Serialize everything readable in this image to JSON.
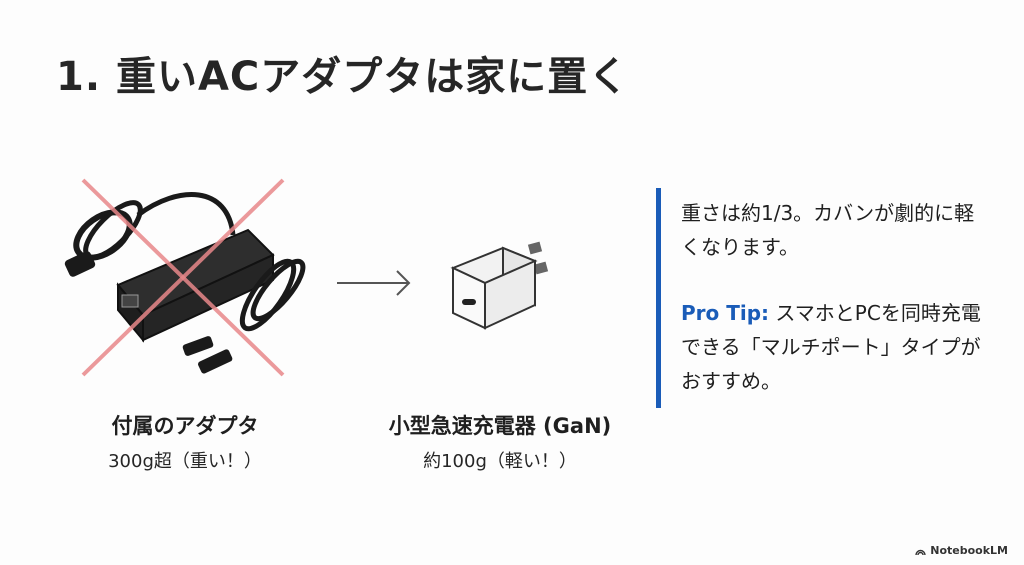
{
  "slide": {
    "title": "1. 重いACアダプタは家に置く",
    "old_item": {
      "title": "付属のアダプタ",
      "subtitle": "300g超（重い！）",
      "icon": "laptop-ac-adapter-crossed-out"
    },
    "new_item": {
      "title": "小型急速充電器 (GaN)",
      "subtitle": "約100g（軽い！）",
      "icon": "compact-usb-c-charger"
    },
    "arrow_icon": "right-arrow",
    "callout": {
      "line1": "重さは約1/3。カバンが劇的に軽くなります。",
      "pro_tip_label": "Pro Tip:",
      "pro_tip_text": "スマホとPCを同時充電できる「マルチポート」タイプがおすすめ。"
    },
    "colors": {
      "accent": "#1a5cb8",
      "cross": "#e8888a"
    }
  },
  "branding": {
    "label": "NotebookLM"
  }
}
